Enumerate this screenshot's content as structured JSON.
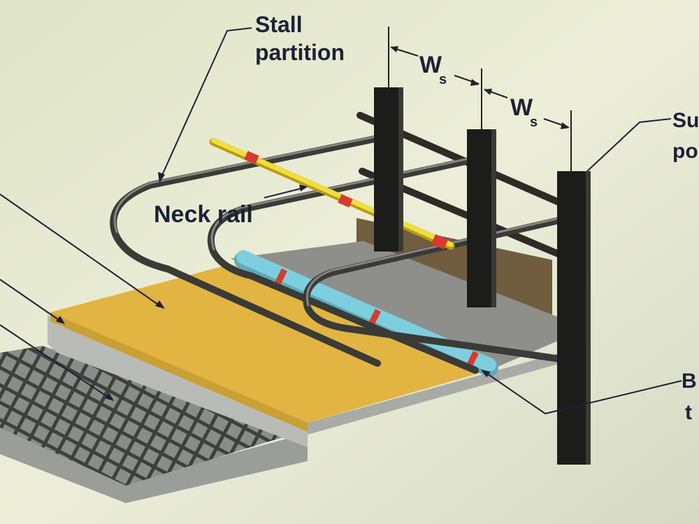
{
  "labels": {
    "stall_partition_line1": "Stall",
    "stall_partition_line2": "partition",
    "neck_rail": "Neck rail",
    "spacing_w": "W",
    "spacing_sub": "s",
    "support_post_line1": "Su",
    "support_post_line2": "po",
    "bottom_right_line1": "B",
    "bottom_right_line2": "t"
  },
  "colors": {
    "background": "#e6ead3",
    "bedding_platform": "#e2b441",
    "stall_floor": "#8e8f8b",
    "slatted_floor": "#6f716d",
    "posts": "#1c1c1a",
    "partition_pipes": "#3a3a36",
    "neck_rail": "#f2dd3c",
    "neck_rail_band": "#d83a2e",
    "brisket_tube": "#7dcfe0",
    "label_text": "#1d2136"
  }
}
